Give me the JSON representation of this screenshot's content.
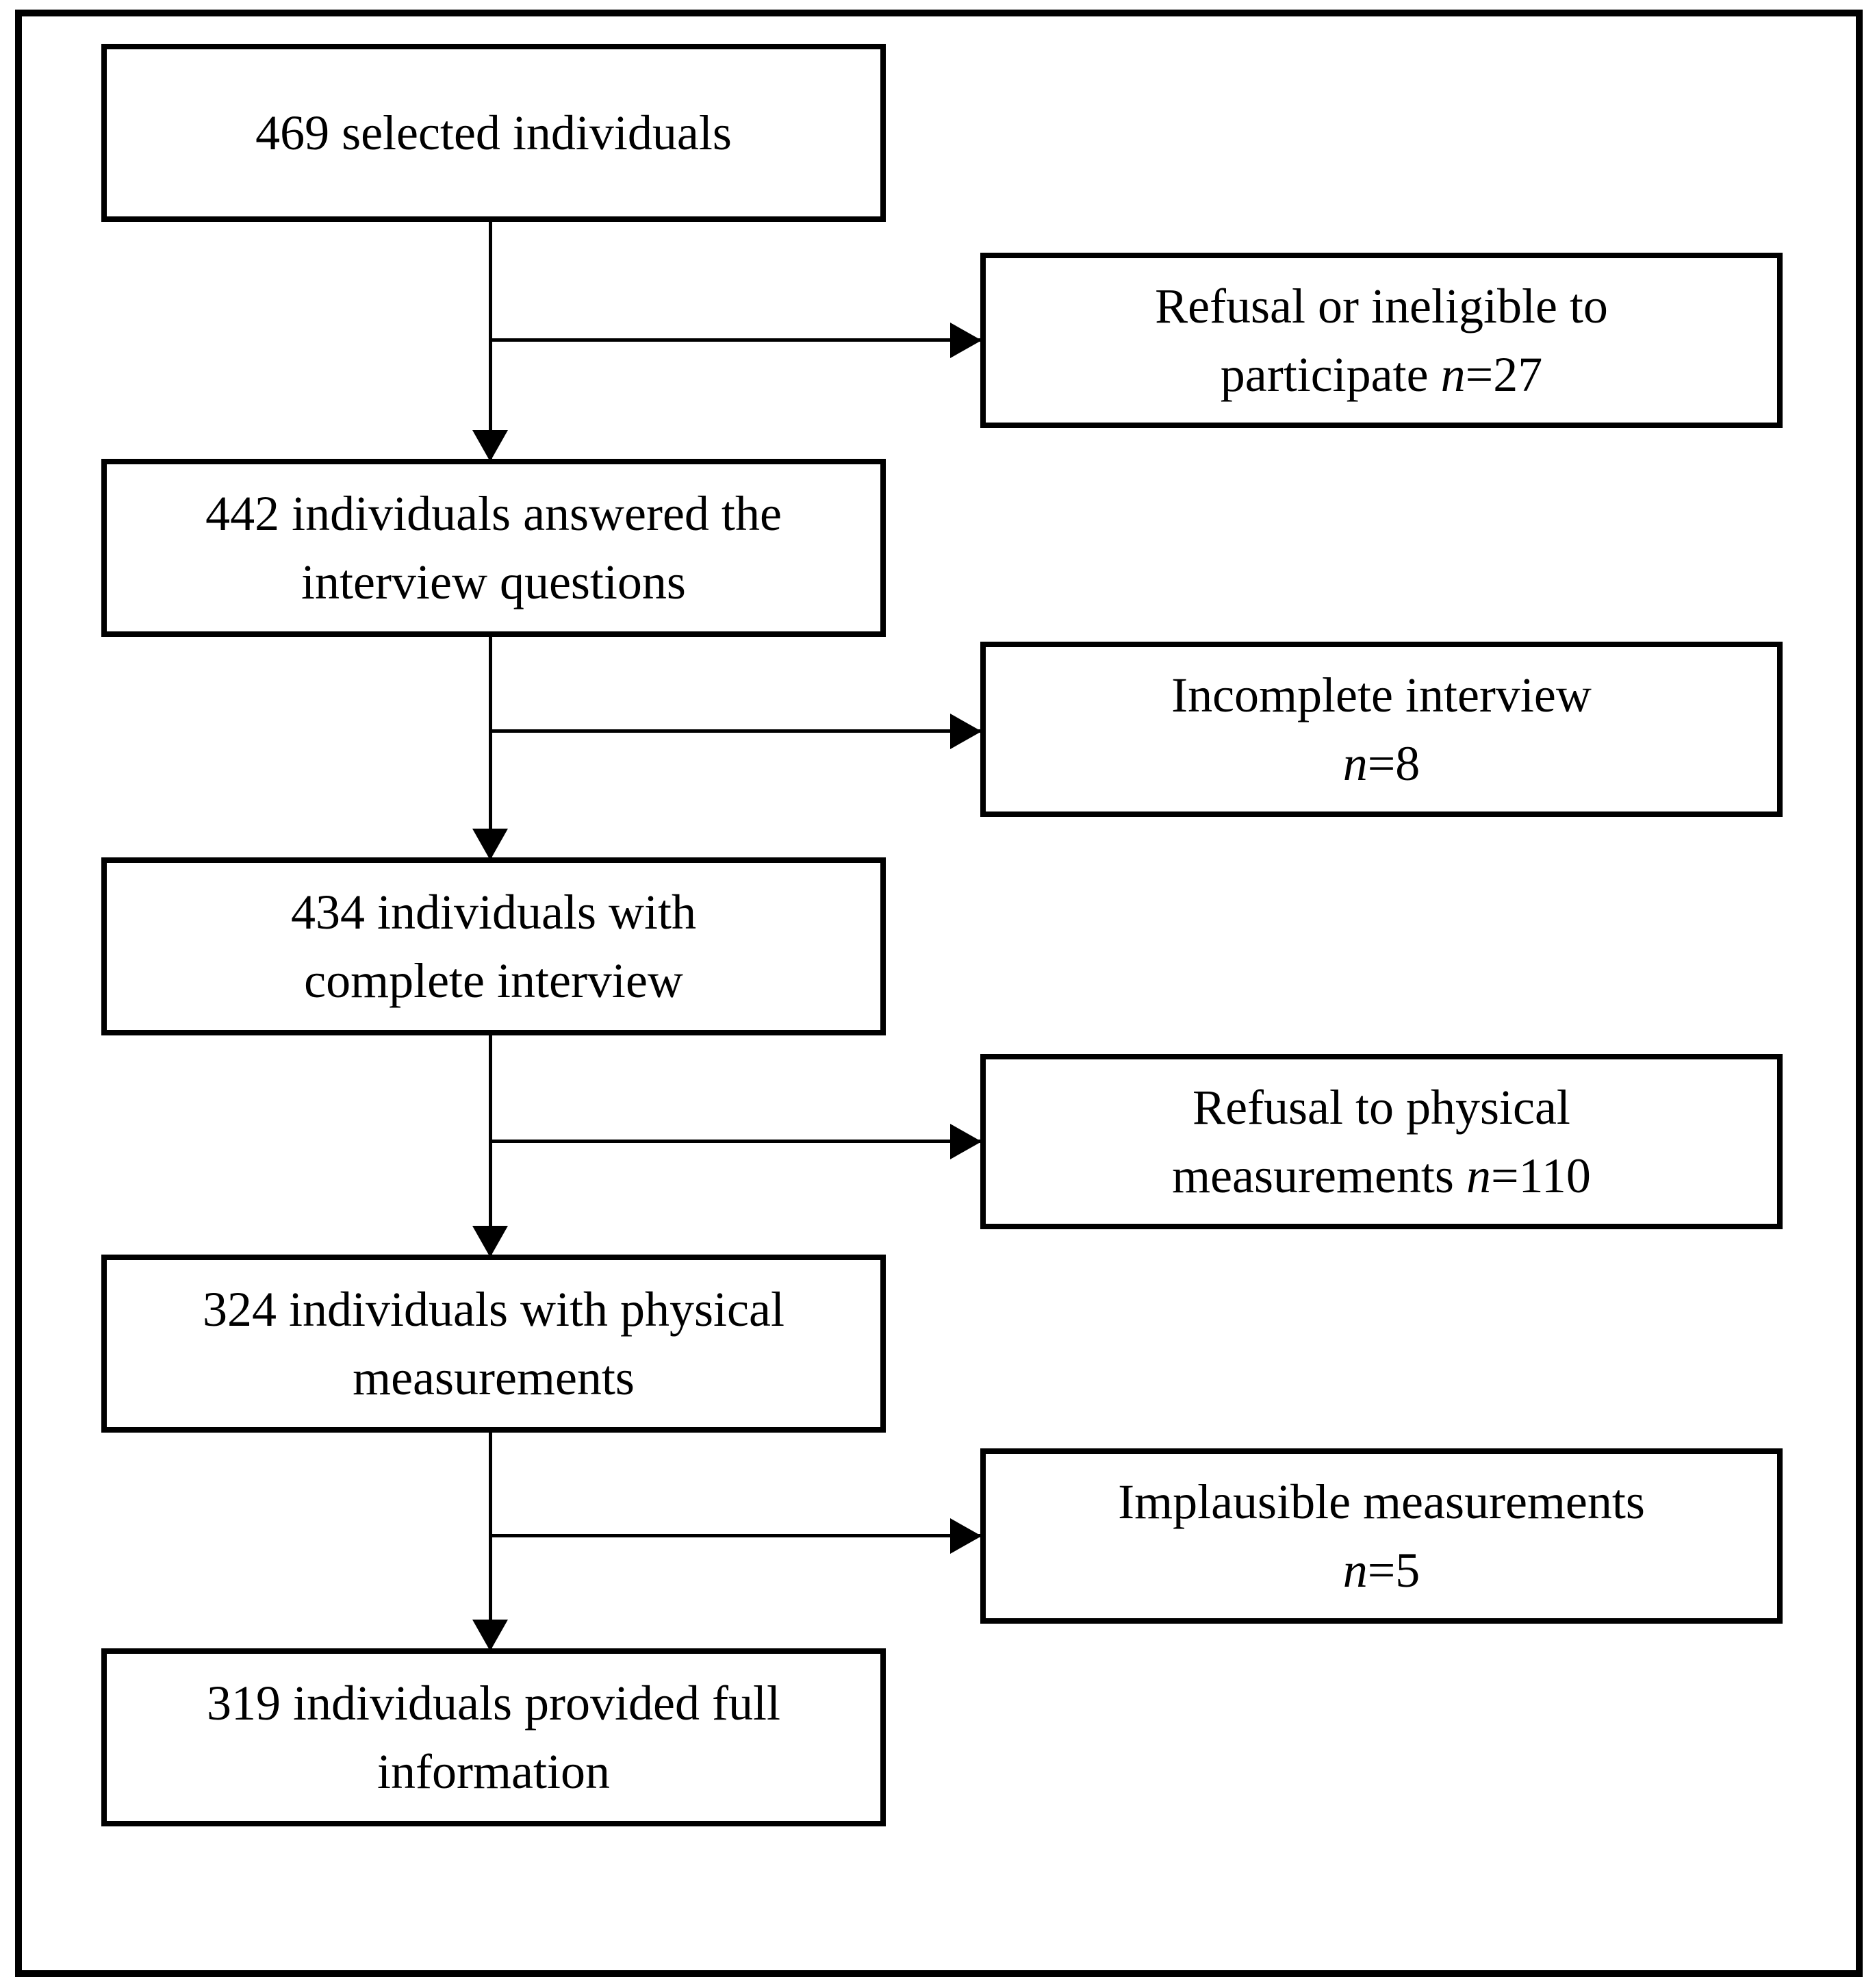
{
  "diagram": {
    "type": "participant-flow-diagram",
    "colors": {
      "background": "#ffffff",
      "line": "#000000",
      "text": "#000000"
    },
    "main_flow": [
      {
        "count": 469,
        "lines": [
          "469 selected individuals",
          ""
        ]
      },
      {
        "count": 442,
        "lines": [
          "442 individuals answered the",
          "interview questions"
        ]
      },
      {
        "count": 434,
        "lines": [
          "434 individuals with",
          "complete interview"
        ]
      },
      {
        "count": 324,
        "lines": [
          "324 individuals with physical",
          "measurements"
        ]
      },
      {
        "count": 319,
        "lines": [
          "319 individuals provided full",
          "information"
        ]
      }
    ],
    "exclusions": [
      {
        "count": 27,
        "lines": [
          "Refusal or ineligible to",
          "participate n=27"
        ]
      },
      {
        "count": 8,
        "lines": [
          "Incomplete interview",
          "n=8"
        ]
      },
      {
        "count": 110,
        "lines": [
          "Refusal to physical",
          "measurements n=110"
        ]
      },
      {
        "count": 5,
        "lines": [
          "Implausible measurements",
          "n=5"
        ]
      }
    ]
  }
}
